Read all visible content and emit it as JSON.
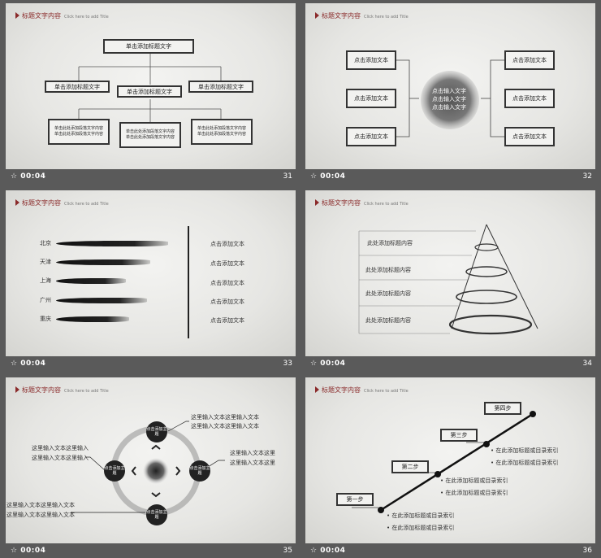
{
  "header": {
    "title": "标题文字内容",
    "subtitle": "Click here to add Title"
  },
  "footer_time": "00:04",
  "slides": [
    {
      "num": "31",
      "top_box": "单击添加标题文字",
      "mid_boxes": [
        "单击添加标题文字",
        "单击添加标题文字",
        "单击添加标题文字"
      ],
      "leaf_text": "单击此处添加段落文字内容\n单击此处添加段落文字内容"
    },
    {
      "num": "32",
      "left_boxes": [
        "点击添加文本",
        "点击添加文本",
        "点击添加文本"
      ],
      "center_lines": [
        "点击输入文字",
        "点击输入文字",
        "点击输入文字"
      ],
      "right_boxes": [
        "点击添加文本",
        "点击添加文本",
        "点击添加文本"
      ]
    },
    {
      "num": "33",
      "cities": [
        "北京",
        "天津",
        "上海",
        "广州",
        "重庆"
      ],
      "texts": [
        "点击添加文本",
        "点击添加文本",
        "点击添加文本",
        "点击添加文本",
        "点击添加文本"
      ]
    },
    {
      "num": "34",
      "items": [
        "此处添加标题内容",
        "此处添加标题内容",
        "此处添加标题内容",
        "此处添加标题内容"
      ]
    },
    {
      "num": "35",
      "node_label": "点击添加主题",
      "text_top_right": [
        "这里输入文本这里输入文本",
        "这里输入文本这里输入文本"
      ],
      "text_right": [
        "这里输入文本这里",
        "这里输入文本这里"
      ],
      "text_left": [
        "这里输入文本这里输入",
        "这里输入文本这里输入"
      ],
      "text_bottom_left": [
        "这里输入文本这里输入文本",
        "这里输入文本这里输入文本"
      ]
    },
    {
      "num": "36",
      "steps": [
        "第一步",
        "第二步",
        "第三步",
        "第四步"
      ],
      "bullets_1": [
        "在此添加标题或目录索引",
        "在此添加标题或目录索引"
      ],
      "bullets_2": [
        "在此添加标题或目录索引",
        "在此添加标题或目录索引"
      ],
      "bullets_3": [
        "在此添加标题或目录索引",
        "在此添加标题或目录索引"
      ]
    }
  ]
}
